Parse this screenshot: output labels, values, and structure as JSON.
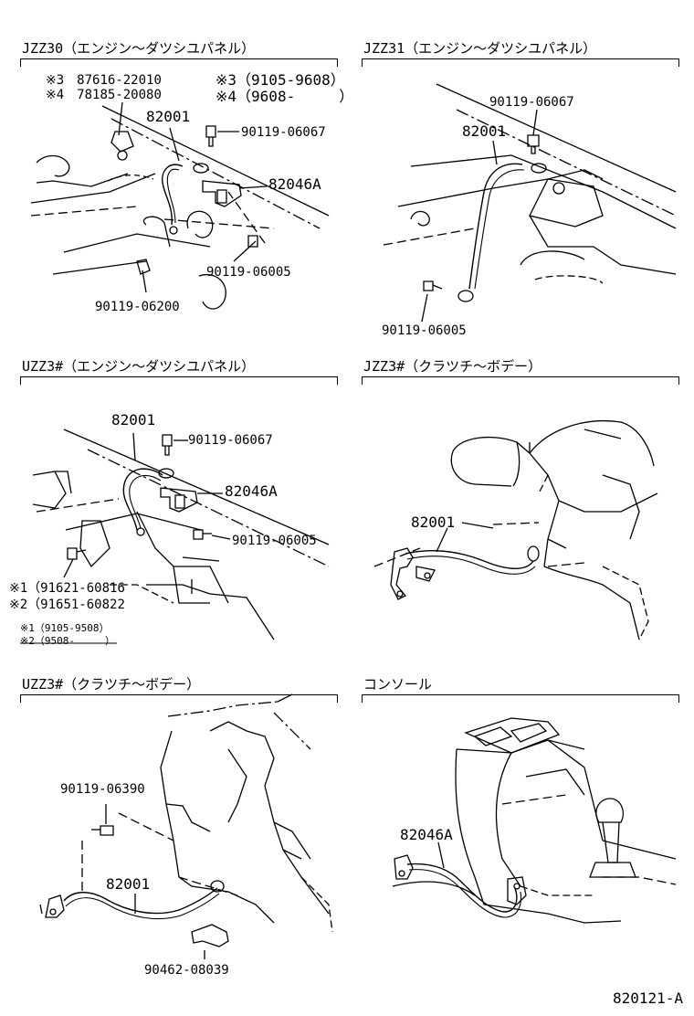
{
  "panels": [
    {
      "title": "JZZ30（エンジン～ダツシユパネル）",
      "labels": {
        "note3_part": "※3　87616-22010",
        "note4_part": "※4　78185-20080",
        "note3_range": "※3（9105-9608）",
        "note4_range": "※4（9608-　　　）",
        "p82001": "82001",
        "p90119_06067": "90119-06067",
        "p82046A": "82046A",
        "p90119_06005": "90119-06005",
        "p90119_06200": "90119-06200"
      }
    },
    {
      "title": "JZZ31（エンジン～ダツシユパネル）",
      "labels": {
        "p90119_06067": "90119-06067",
        "p82001": "82001",
        "p90119_06005": "90119-06005"
      }
    },
    {
      "title": "UZZ3#（エンジン～ダツシユパネル）",
      "labels": {
        "p82001": "82001",
        "p90119_06067": "90119-06067",
        "p82046A": "82046A",
        "p90119_06005": "90119-06005",
        "n1": "※1（91621-60816",
        "n2": "※2（91651-60822",
        "r1": "※1（9105-9508）",
        "r2": "※2（9508-　　　）"
      }
    },
    {
      "title": "JZZ3#（クラツチ～ボデー）",
      "labels": {
        "p82001": "82001"
      }
    },
    {
      "title": "UZZ3#（クラツチ～ボデー）",
      "labels": {
        "p90119_06390": "90119-06390",
        "p82001": "82001",
        "p90462_08039": "90462-08039"
      }
    },
    {
      "title": "コンソール",
      "labels": {
        "p82046A": "82046A"
      }
    }
  ],
  "footer": "820121-A"
}
